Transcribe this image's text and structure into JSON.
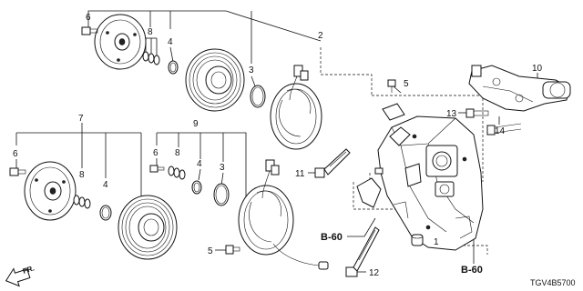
{
  "callouts": {
    "c1": "1",
    "c2": "2",
    "c3a": "3",
    "c3b": "3",
    "c4a": "4",
    "c4b": "4",
    "c4c": "4",
    "c5a": "5",
    "c5b": "5",
    "c6a": "6",
    "c6b": "6",
    "c6c": "6",
    "c7": "7",
    "c8a": "8",
    "c8b": "8",
    "c8c": "8",
    "c9": "9",
    "c10": "10",
    "c11": "11",
    "c12": "12",
    "c13": "13",
    "c14": "14"
  },
  "refs": {
    "ref_left": "B-60",
    "ref_right": "B-60"
  },
  "direction_label": "FR.",
  "diagram_code": "TGV4B5700"
}
